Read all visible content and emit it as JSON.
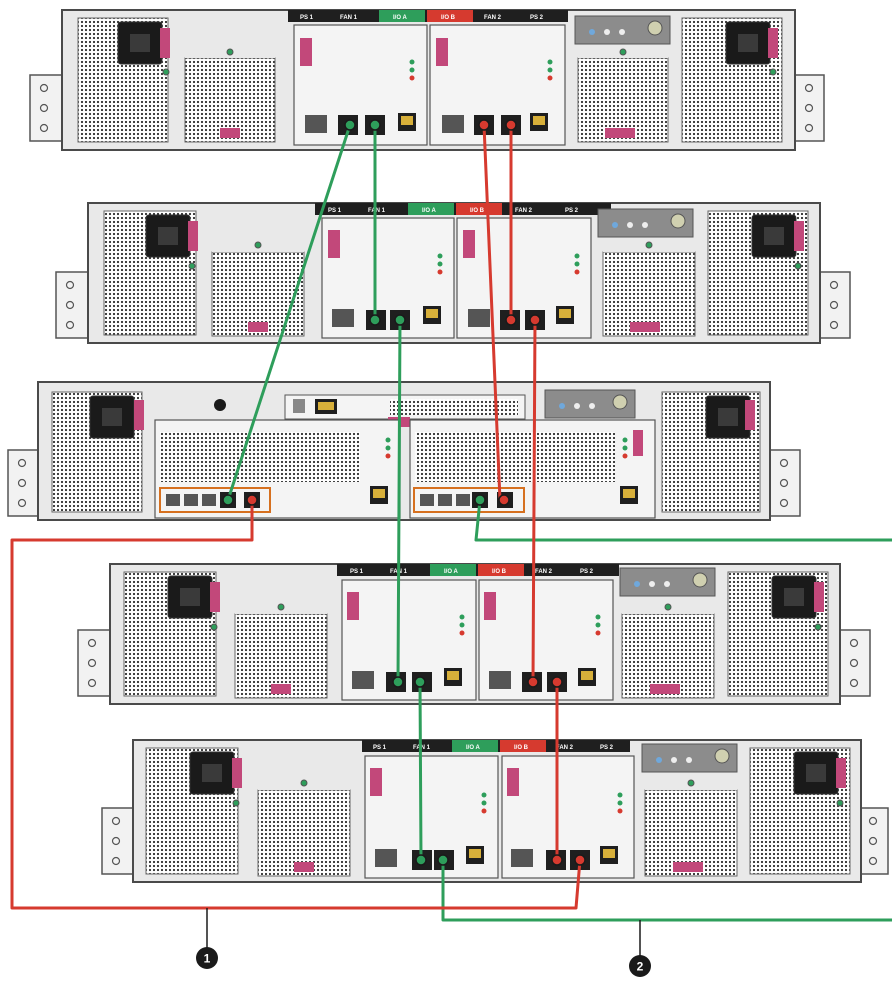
{
  "tab_labels": {
    "ps1": "PS 1",
    "fan1": "FAN 1",
    "ioa": "I/O A",
    "iob": "I/O B",
    "fan2": "FAN 2",
    "ps2": "PS 2"
  },
  "callouts": [
    "1",
    "2"
  ],
  "colors": {
    "path_a": "#2e9e5b",
    "path_b": "#d63a2f",
    "accent_pink": "#c2487a",
    "chassis": "#e9e9e9",
    "outline": "#4a4a4a"
  },
  "enclosures": [
    {
      "type": "disk-enclosure",
      "position": "top"
    },
    {
      "type": "disk-enclosure"
    },
    {
      "type": "array-controller"
    },
    {
      "type": "disk-enclosure"
    },
    {
      "type": "disk-enclosure",
      "position": "bottom"
    }
  ]
}
